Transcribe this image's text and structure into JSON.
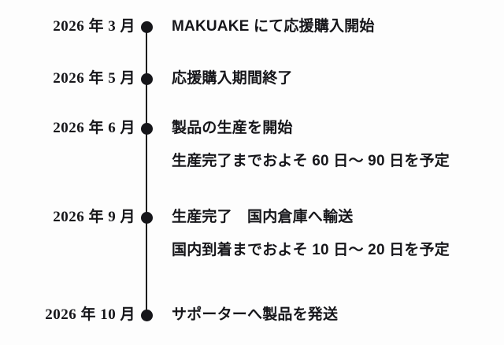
{
  "page": {
    "type": "project-schedule-timeline",
    "background_color": "#fdfdfd",
    "text_color": "#16161a",
    "axis_color": "#16161a"
  },
  "timeline": {
    "marker_shape": "filled-circle",
    "rows": [
      {
        "date": "2026 年 3 月",
        "lines": [
          "MAKUAKE にて応援購入開始"
        ]
      },
      {
        "date": "2026 年 5 月",
        "lines": [
          "応援購入期間終了"
        ]
      },
      {
        "date": "2026 年 6 月",
        "lines": [
          "製品の生産を開始",
          "生産完了までおよそ 60 日〜 90 日を予定"
        ]
      },
      {
        "date": "2026 年 9 月",
        "lines": [
          "生産完了　国内倉庫へ輸送",
          "国内到着までおよそ 10 日〜 20 日を予定"
        ]
      },
      {
        "date": "2026 年 10 月",
        "lines": [
          "サポーターへ製品を発送"
        ]
      }
    ]
  }
}
